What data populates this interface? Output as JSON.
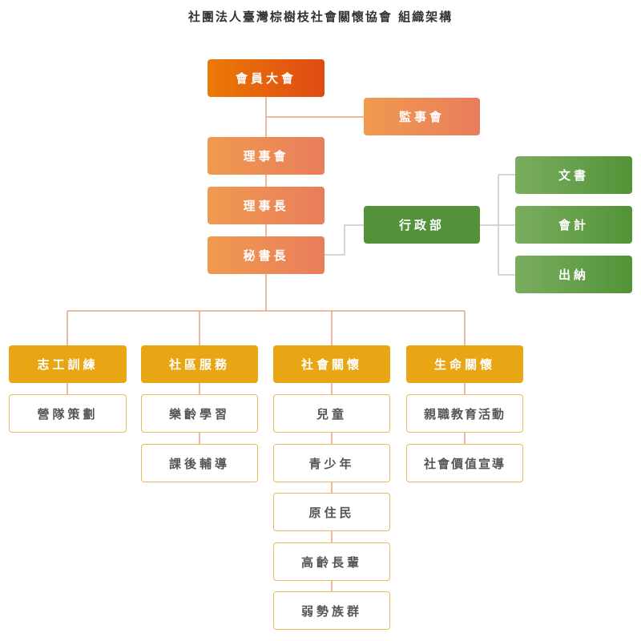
{
  "title": "社團法人臺灣棕樹枝社會關懷協會 組織架構",
  "colors": {
    "top": "#e3561a",
    "board": "#ec8b57",
    "admin": "#539238",
    "admin_child": "#66a047",
    "dept": "#e8a514",
    "leaf_border": "#ecb85a",
    "connector_main": "#e9a37c",
    "connector_gray": "#c8c8c8"
  },
  "chain": {
    "general_assembly": "會員大會",
    "supervisors": "監事會",
    "board": "理事會",
    "chairman": "理事長",
    "secretary_general": "秘書長"
  },
  "admin": {
    "label": "行政部",
    "children": [
      "文書",
      "會計",
      "出納"
    ]
  },
  "departments": [
    {
      "label": "志工訓練",
      "items": [
        "營隊策劃"
      ]
    },
    {
      "label": "社區服務",
      "items": [
        "樂齡學習",
        "課後輔導"
      ]
    },
    {
      "label": "社會關懷",
      "items": [
        "兒童",
        "青少年",
        "原住民",
        "高齡長輩",
        "弱勢族群"
      ]
    },
    {
      "label": "生命關懷",
      "items": [
        "親職教育活動",
        "社會價值宣導"
      ]
    }
  ]
}
